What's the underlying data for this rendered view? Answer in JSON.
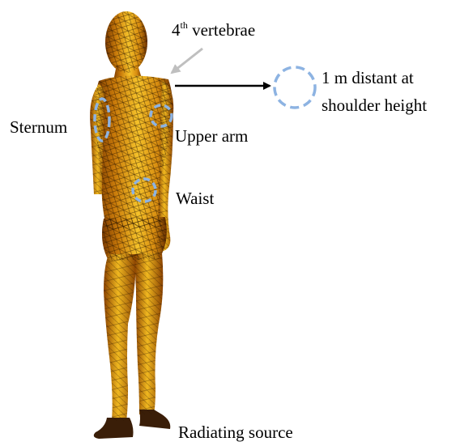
{
  "labels": {
    "vertebrae_prefix": "4",
    "vertebrae_sup": "th",
    "vertebrae_word": " vertebrae",
    "distant_line1": "1 m distant at",
    "distant_line2": "shoulder height",
    "sternum": "Sternum",
    "upper_arm": "Upper arm",
    "waist": "Waist",
    "radiating_source": "Radiating source"
  },
  "colors": {
    "marker_dashed": "#8db3e2",
    "arrow_vertebrae": "#bfbfbf",
    "arrow_distance": "#000000",
    "body_mesh_light": "#f2b41c",
    "body_mesh_dark": "#6b3000",
    "mesh_lines": "#2a1400"
  }
}
